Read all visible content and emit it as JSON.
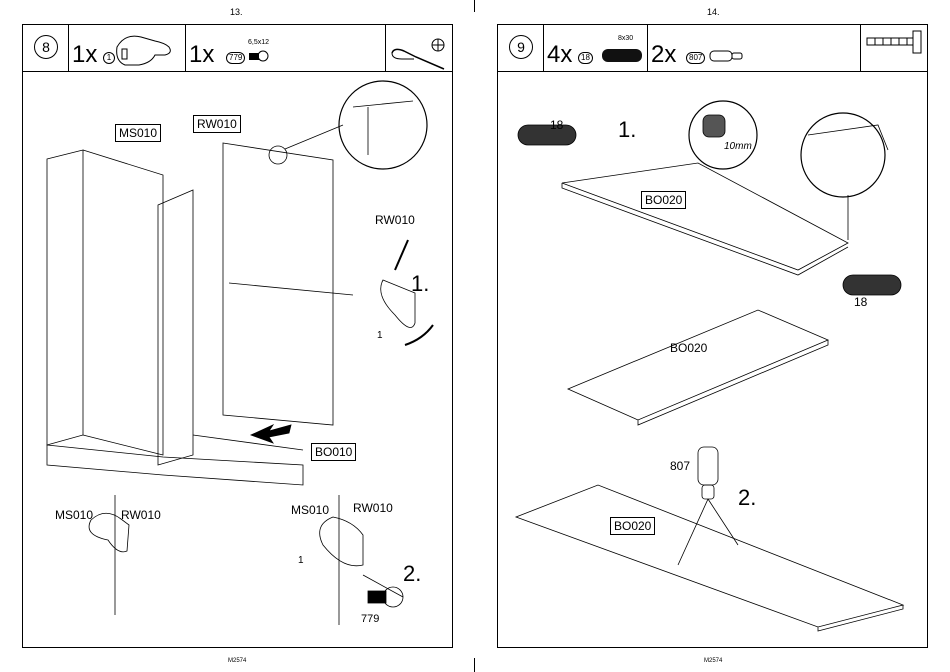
{
  "pages": [
    {
      "page_number": "13.",
      "footer": "M2574",
      "step": "8",
      "parts": [
        {
          "qty": "1x",
          "code": "1"
        },
        {
          "qty": "1x",
          "code": "779",
          "size": "6,5x12"
        }
      ],
      "tool": "screwdriver-icon",
      "labels": {
        "ms010_box": "MS010",
        "rw010_box": "RW010",
        "rw010": "RW010",
        "sub1": "1.",
        "part1": "1",
        "bo010_box": "BO010",
        "det_a_ms": "MS010",
        "det_a_rw": "RW010",
        "det_b_ms": "MS010",
        "det_b_rw": "RW010",
        "det_b_1": "1",
        "sub2": "2.",
        "screw": "779"
      }
    },
    {
      "page_number": "14.",
      "footer": "M2574",
      "step": "9",
      "parts": [
        {
          "qty": "4x",
          "code": "18",
          "size": "8x30"
        },
        {
          "qty": "2x",
          "code": "807"
        }
      ],
      "tool": "hammer-icon",
      "labels": {
        "dowel_top": "18",
        "sub1": "1.",
        "dim": "10mm",
        "bo020_box1": "BO020",
        "dowel_bottom": "18",
        "bo020": "BO020",
        "pin": "807",
        "sub2": "2.",
        "bo020_box2": "BO020"
      }
    }
  ]
}
